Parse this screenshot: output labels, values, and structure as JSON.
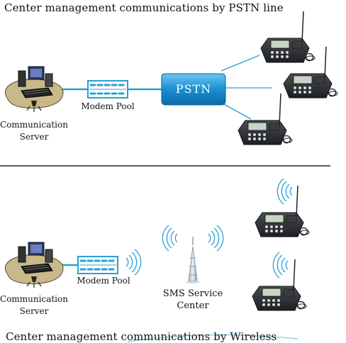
{
  "top": {
    "title": "Center management communications by PSTN line",
    "server_label_1": "Communication",
    "server_label_2": "Server",
    "modem_pool_label": "Modem Pool",
    "pstn_label": "PSTN"
  },
  "bottom": {
    "title": "Center management communications by Wireless",
    "server_label_1": "Communication",
    "server_label_2": "Server",
    "modem_pool_label": "Modem Pool",
    "sms_label_1": "SMS Service",
    "sms_label_2": "Center"
  },
  "colors": {
    "link_blue": "#2a9fd6",
    "pstn_blue": "#1a8fd0",
    "device_dark": "#2b2d31"
  }
}
